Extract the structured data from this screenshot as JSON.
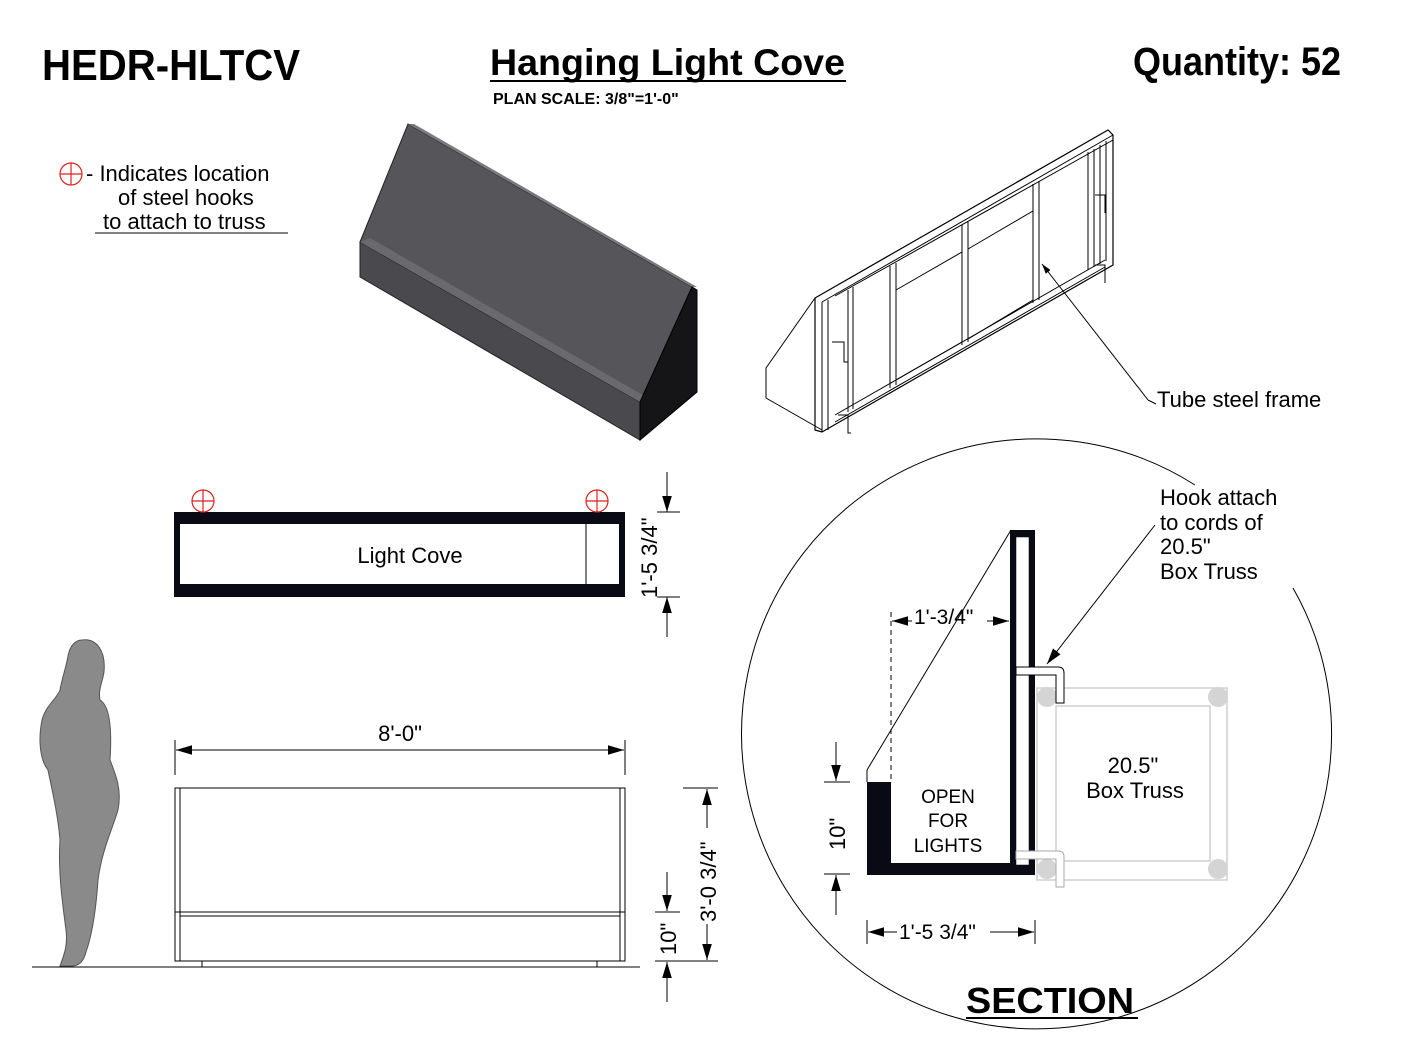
{
  "header": {
    "code": "HEDR-HLTCV",
    "title": "Hanging Light Cove",
    "scale": "PLAN  SCALE: 3/8\"=1'-0\"",
    "quantity": "Quantity: 52"
  },
  "legend": {
    "icon": "crosshair-circle-icon",
    "line1": "- Indicates location",
    "line2": "of steel hooks",
    "line3": "to attach to truss"
  },
  "iso": {
    "frame_label": "Tube steel frame"
  },
  "plan": {
    "label": "Light Cove",
    "depth": "1'-5 3/4\""
  },
  "elevation": {
    "width": "8'-0\"",
    "height": "3'-0 3/4\"",
    "lip": "10\""
  },
  "section": {
    "title": "SECTION",
    "hook_line1": "Hook attach",
    "hook_line2": "to cords of",
    "hook_line3": "20.5\"",
    "hook_line4": "Box Truss",
    "top_dim": "1'-3/4\"",
    "bottom_dim": "1'-5 3/4\"",
    "lip_dim": "10\"",
    "open1": "OPEN",
    "open2": "FOR",
    "open3": "LIGHTS",
    "truss1": "20.5\"",
    "truss2": "Box Truss"
  },
  "colors": {
    "hook_marker": "#e0201a",
    "cove_grey": "#56565a",
    "truss_grey": "#cfcfcf"
  }
}
